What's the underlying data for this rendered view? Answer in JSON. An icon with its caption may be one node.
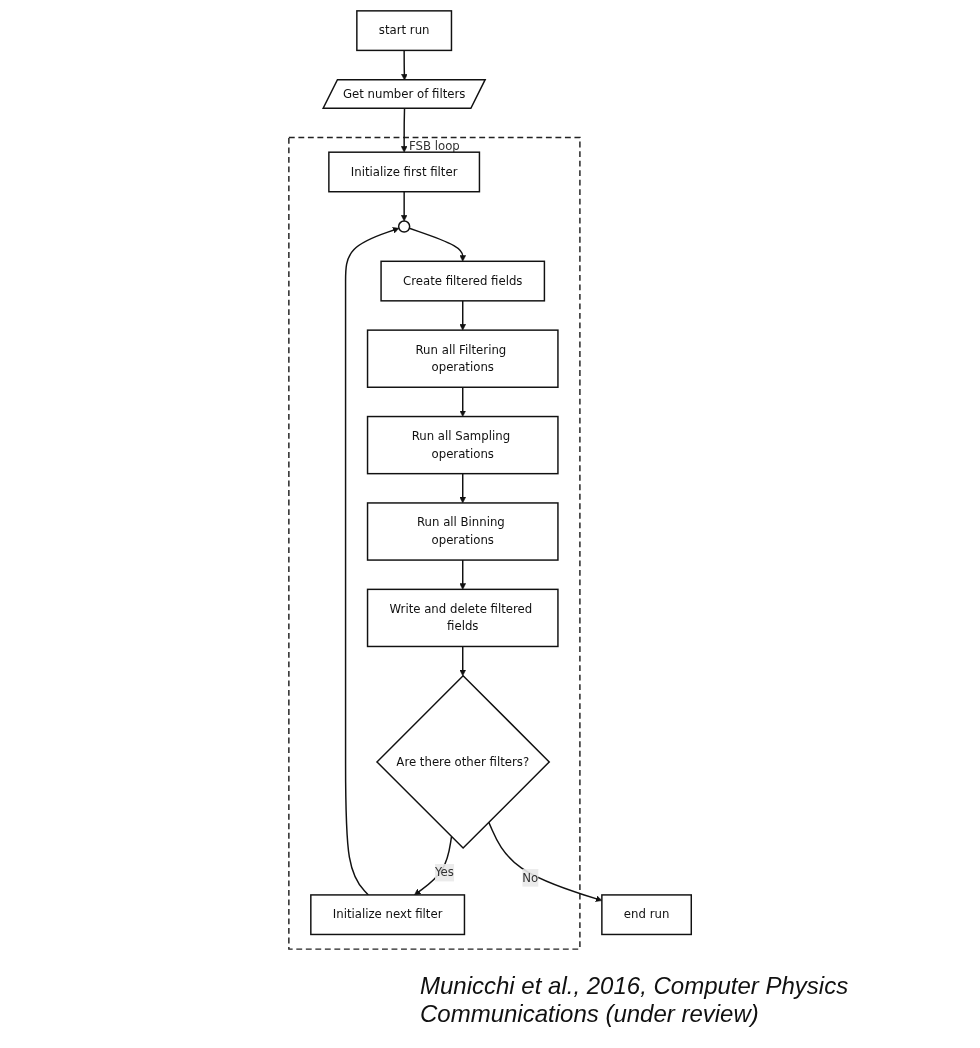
{
  "diagram": {
    "caption": "Municchi et al., 2016, Computer Physics Communications (under review)",
    "nodes": [
      {
        "text": [
          "start run"
        ]
      },
      {
        "text": [
          "Get number of filters"
        ]
      },
      {
        "text": [
          "FSB loop"
        ]
      },
      {
        "text": [
          "Initialize first filter"
        ],
        "in": 2
      },
      {
        "text": [],
        "shape": "circle",
        "in": 2
      },
      {
        "text": [
          "Create filtered fields"
        ],
        "in": 2
      },
      {
        "text": [
          "Run all Filtering operations"
        ],
        "in": 2
      },
      {
        "text": [
          "Run all Sampling operations"
        ],
        "in": 2
      },
      {
        "text": [
          "Run all Binning operations"
        ],
        "in": 2
      },
      {
        "text": [
          "Write and delete filtered fields"
        ],
        "in": 2
      },
      {
        "text": [
          "Are there other filters?"
        ],
        "in": 2
      },
      {
        "text": [
          "Initialize next filter"
        ],
        "in": 2
      },
      {
        "text": [
          "end run"
        ]
      }
    ],
    "edges": [
      {
        "from": 0,
        "to": 1,
        "arrow": "to"
      },
      {
        "from": 1,
        "to": 3,
        "arrow": "to"
      },
      {
        "from": 3,
        "to": 4,
        "arrow": "to"
      },
      {
        "from": 4,
        "to": 5,
        "arrow": "to"
      },
      {
        "from": 5,
        "to": 6,
        "arrow": "to"
      },
      {
        "from": 6,
        "to": 7,
        "arrow": "to"
      },
      {
        "from": 7,
        "to": 8,
        "arrow": "to"
      },
      {
        "from": 8,
        "to": 9,
        "arrow": "to"
      },
      {
        "from": 9,
        "to": 10,
        "arrow": "to"
      },
      {
        "from": 10,
        "to": 11,
        "label": "Yes",
        "arrow": "to"
      },
      {
        "from": 11,
        "to": 4,
        "arrow": "to"
      },
      {
        "from": 10,
        "to": 12,
        "label": "No",
        "arrow": "to"
      }
    ]
  }
}
